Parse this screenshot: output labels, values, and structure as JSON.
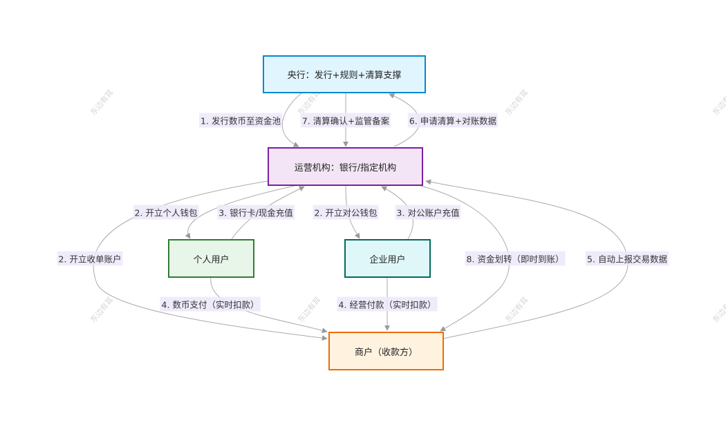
{
  "watermark": "东边有耳",
  "nodes": {
    "central_bank": "央行：发行+规则+清算支撑",
    "operator": "运营机构：银行/指定机构",
    "personal_user": "个人用户",
    "enterprise_user": "企业用户",
    "merchant": "商户（收款方）"
  },
  "edges": {
    "issue": "1. 发行数币至资金池",
    "confirm": "7. 清算确认+监管备案",
    "apply_clearing": "6. 申请清算+对账数据",
    "open_personal": "2. 开立个人钱包",
    "recharge_personal": "3. 银行卡/现金充值",
    "open_corporate": "2. 开立对公钱包",
    "recharge_corporate": "3. 对公账户充值",
    "open_merchant": "2. 开立收单账户",
    "transfer": "8. 资金划转（即时到账）",
    "report": "5. 自动上报交易数据",
    "personal_pay": "4. 数币支付（实时扣款）",
    "business_pay": "4. 经营付款（实时扣款）"
  },
  "colors": {
    "central_fill": "#e1f5fe",
    "central_stroke": "#0288d1",
    "operator_fill": "#f3e5f5",
    "operator_stroke": "#7b1fa2",
    "personal_fill": "#e8f5e9",
    "personal_stroke": "#2e7d32",
    "enterprise_fill": "#e0f7fa",
    "enterprise_stroke": "#00695c",
    "merchant_fill": "#fff3e0",
    "merchant_stroke": "#ef6c00"
  }
}
